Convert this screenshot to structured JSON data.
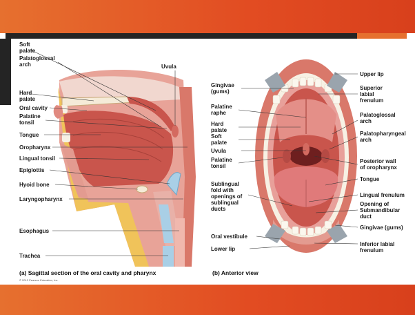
{
  "sagittal": {
    "labels": {
      "soft_palate": "Soft\npalate",
      "palatoglossal_arch": "Palatoglossal\narch",
      "uvula": "Uvula",
      "hard_palate": "Hard\npalate",
      "oral_cavity": "Oral cavity",
      "palatine_tonsil": "Palatine\ntonsil",
      "tongue": "Tongue",
      "oropharynx": "Oropharynx",
      "lingual_tonsil": "Lingual tonsil",
      "epiglottis": "Epiglottis",
      "hyoid_bone": "Hyoid bone",
      "laryngopharynx": "Laryngopharynx",
      "esophagus": "Esophagus",
      "trachea": "Trachea"
    },
    "caption": "(a) Sagittal section of the oral cavity and pharynx"
  },
  "anterior": {
    "left_labels": {
      "gingivae": "Gingivae\n(gums)",
      "palatine_raphe": "Palatine\nraphe",
      "hard_palate": "Hard\npalate",
      "soft_palate": "Soft\npalate",
      "uvula": "Uvula",
      "palatine_tonsil": "Palatine\ntonsil",
      "sublingual_fold": "Sublingual\nfold with\nopenings of\nsublingual\nducts",
      "oral_vestibule": "Oral vestibule",
      "lower_lip": "Lower lip"
    },
    "right_labels": {
      "upper_lip": "Upper lip",
      "superior_labial_frenulum": "Superior\nlabial\nfrenulum",
      "palatoglossal_arch": "Palatoglossal\narch",
      "palatopharyngeal_arch": "Palatopharyngeal\narch",
      "posterior_wall": "Posterior wall\nof oropharynx",
      "tongue": "Tongue",
      "lingual_frenulum": "Lingual frenulum",
      "submandibular_duct": "Opening of\nSubmandibular\nduct",
      "gingivae_gums": "Gingivae (gums)",
      "inferior_labial_frenulum": "Inferior labial\nfrenulum"
    },
    "caption": "(b) Anterior view"
  },
  "copyright": "© 2013 Pearson Education, Inc.",
  "colors": {
    "banner": "#e24c22",
    "dark_band": "#242424",
    "tissue": "#d9786a",
    "muscle": "#c9554c",
    "fat": "#f0c35a",
    "cartilage": "#a9cfe6"
  }
}
